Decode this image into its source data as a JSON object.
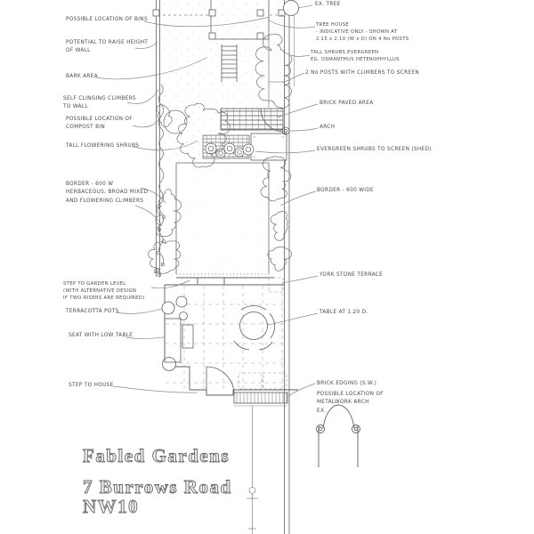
{
  "drawing": {
    "title_block": {
      "project": "Fabled Gardens",
      "address_line1": "7 Burrows Road",
      "address_line2": "NW10"
    },
    "annotations_left": [
      {
        "text": "POSSIBLE LOCATION OF BINS"
      },
      {
        "text": "POTENTIAL TO RAISE HEIGHT\nOF WALL"
      },
      {
        "text": "BARK AREA"
      },
      {
        "text": "SELF CLINGING CLIMBERS\nTO WALL"
      },
      {
        "text": "POSSIBLE LOCATION OF\nCOMPOST BIN"
      },
      {
        "text": "TALL FLOWERING SHRUBS"
      },
      {
        "text": "BORDER - 600 W\nHERBACEOUS, BROAD MIXED\nAND FLOWERING CLIMBERS"
      },
      {
        "text": "STEP TO GARDEN LEVEL\n(WITH ALTERNATIVE DESIGN\nIF TWO RISERS ARE REQUIRED)"
      },
      {
        "text": "TERRACOTTA POTS"
      },
      {
        "text": "SEAT WITH LOW TABLE"
      },
      {
        "text": "STEP TO HOUSE"
      }
    ],
    "annotations_right": [
      {
        "text": "EX. TREE"
      },
      {
        "text": "TREE HOUSE\n- INDICATIVE ONLY - SHOWN AT\n2.15 x 2.10 (W x D) ON 4 No POSTS"
      },
      {
        "text": "TALL SHRUBS EVERGREEN\nEG. OSMANTHUS HETEROPHYLLUS"
      },
      {
        "text": "2 No POSTS WITH CLIMBERS TO SCREEN"
      },
      {
        "text": "BRICK PAVED AREA"
      },
      {
        "text": "ARCH"
      },
      {
        "text": "EVERGREEN SHRUBS TO SCREEN (SHED)"
      },
      {
        "text": "BORDER - 600 WIDE"
      },
      {
        "text": "YORK STONE TERRACE"
      },
      {
        "text": "TABLE AT 1.20 D."
      },
      {
        "text": "BRICK EDGING (S.W.)"
      },
      {
        "text": "POSSIBLE LOCATION OF\nMETALWORK ARCH\nEX."
      }
    ]
  },
  "colors": {
    "ink": "#5f5f5f",
    "light_ink": "#8a8a8a",
    "paper": "#ffffff"
  }
}
